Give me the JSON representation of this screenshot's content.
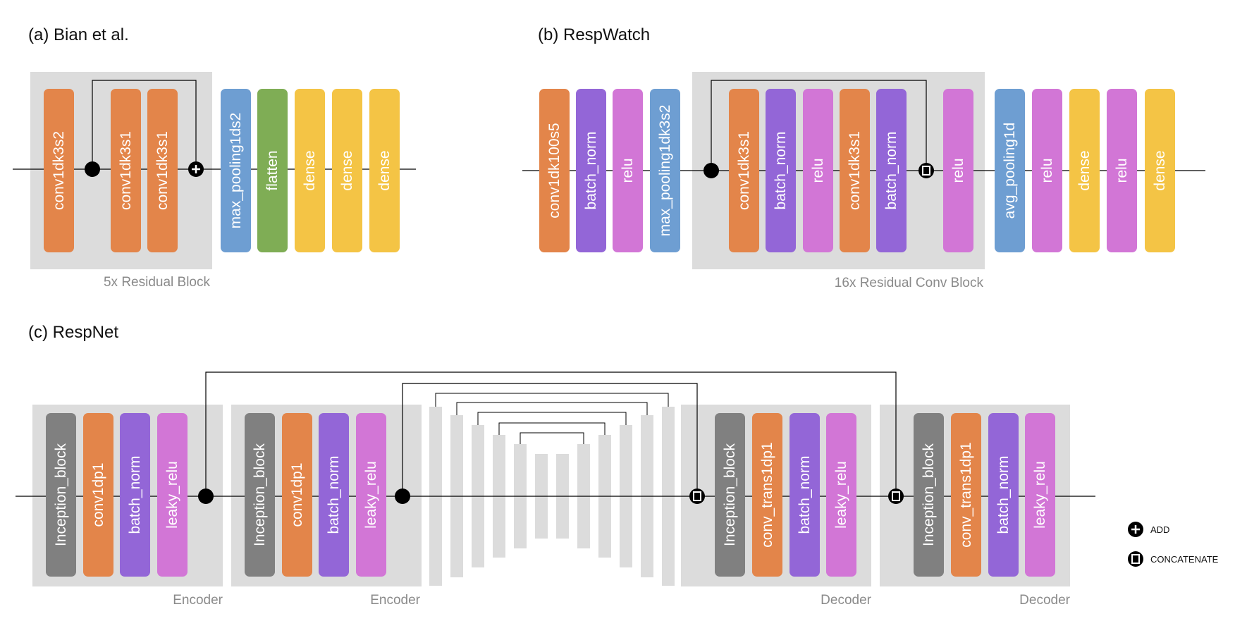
{
  "colors": {
    "conv": "#E3854A",
    "batch_norm": "#9366D7",
    "relu": "#D276D6",
    "pooling": "#6E9ED2",
    "flatten": "#7FAD55",
    "dense": "#F4C445",
    "inception": "#808080",
    "group_bg": "#DCDCDC",
    "line": "#000000"
  },
  "panel_a": {
    "title": "(a) Bian et al.",
    "caption": "5x Residual Block",
    "blocks": [
      {
        "label": "conv1dk3s2",
        "kind": "conv"
      },
      {
        "label": "conv1dk3s1",
        "kind": "conv"
      },
      {
        "label": "conv1dk3s1",
        "kind": "conv"
      },
      {
        "label": "max_pooling1ds2",
        "kind": "pooling"
      },
      {
        "label": "flatten",
        "kind": "flatten"
      },
      {
        "label": "dense",
        "kind": "dense"
      },
      {
        "label": "dense",
        "kind": "dense"
      },
      {
        "label": "dense",
        "kind": "dense"
      }
    ]
  },
  "panel_b": {
    "title": "(b) RespWatch",
    "caption": "16x Residual Conv Block",
    "blocks": [
      {
        "label": "conv1dk100s5",
        "kind": "conv"
      },
      {
        "label": "batch_norm",
        "kind": "batch_norm"
      },
      {
        "label": "relu",
        "kind": "relu"
      },
      {
        "label": "max_pooling1dk3s2",
        "kind": "pooling"
      },
      {
        "label": "conv1dk3s1",
        "kind": "conv"
      },
      {
        "label": "batch_norm",
        "kind": "batch_norm"
      },
      {
        "label": "relu",
        "kind": "relu"
      },
      {
        "label": "conv1dk3s1",
        "kind": "conv"
      },
      {
        "label": "batch_norm",
        "kind": "batch_norm"
      },
      {
        "label": "relu",
        "kind": "relu"
      },
      {
        "label": "avg_pooling1d",
        "kind": "pooling"
      },
      {
        "label": "relu",
        "kind": "relu"
      },
      {
        "label": "dense",
        "kind": "dense"
      },
      {
        "label": "relu",
        "kind": "relu"
      },
      {
        "label": "dense",
        "kind": "dense"
      }
    ]
  },
  "panel_c": {
    "title": "(c) RespNet",
    "groups": [
      {
        "caption": "Encoder",
        "blocks": [
          {
            "label": "Inception_block",
            "kind": "inception"
          },
          {
            "label": "conv1dp1",
            "kind": "conv"
          },
          {
            "label": "batch_norm",
            "kind": "batch_norm"
          },
          {
            "label": "leaky_relu",
            "kind": "relu"
          }
        ]
      },
      {
        "caption": "Encoder",
        "blocks": [
          {
            "label": "Inception_block",
            "kind": "inception"
          },
          {
            "label": "conv1dp1",
            "kind": "conv"
          },
          {
            "label": "batch_norm",
            "kind": "batch_norm"
          },
          {
            "label": "leaky_relu",
            "kind": "relu"
          }
        ]
      },
      {
        "caption": "Decoder",
        "blocks": [
          {
            "label": "Inception_block",
            "kind": "inception"
          },
          {
            "label": "conv_trans1dp1",
            "kind": "conv"
          },
          {
            "label": "batch_norm",
            "kind": "batch_norm"
          },
          {
            "label": "leaky_relu",
            "kind": "relu"
          }
        ]
      },
      {
        "caption": "Decoder",
        "blocks": [
          {
            "label": "Inception_block",
            "kind": "inception"
          },
          {
            "label": "conv_trans1dp1",
            "kind": "conv"
          },
          {
            "label": "batch_norm",
            "kind": "batch_norm"
          },
          {
            "label": "leaky_relu",
            "kind": "relu"
          }
        ]
      }
    ]
  },
  "legend": {
    "add": "ADD",
    "concatenate": "CONCATENATE"
  }
}
